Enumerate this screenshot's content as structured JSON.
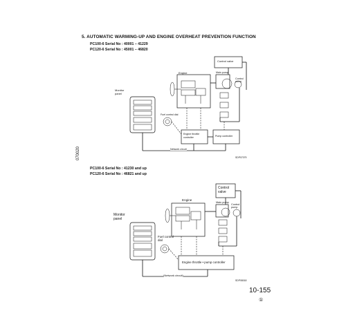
{
  "page": {
    "heading": "5. AUTOMATIC WARMING-UP AND ENGINE OVERHEAT PREVENTION FUNCTION",
    "side_code": "070020",
    "page_number": "10-155",
    "revision": "①"
  },
  "diagram1": {
    "serial_line1": "PC100-6 Serial No : 40001 – 41229",
    "serial_line2": "PC120-6 Serial No : 45001 – 46820",
    "labels": {
      "control_valve": "Control valve",
      "engine": "Engine",
      "main_pump": "Main pump",
      "control_pump": "Control pump",
      "monitor_panel": "Monitor panel",
      "fuel_control_dial": "Fuel control dial",
      "engine_throttle_controller": "Engine throttle controller",
      "pump_controller": "Pump controller",
      "network": "Network circuit",
      "figure_code": "SDP07079"
    }
  },
  "diagram2": {
    "serial_line1": "PC100-6 Serial No : 41230 and up",
    "serial_line2": "PC120-6 Serial No : 46821 and up",
    "labels": {
      "control_valve": "Control valve",
      "engine": "Engine",
      "main_pump": "Main pump",
      "control_pump": "Control pump",
      "monitor_panel": "Monitor panel",
      "fuel_control_dial": "Fuel control dial",
      "engine_throttle_pump_controller": "Engine throttle • pump controller",
      "network": "(Network circuit)",
      "figure_code": "SDP08018"
    }
  }
}
